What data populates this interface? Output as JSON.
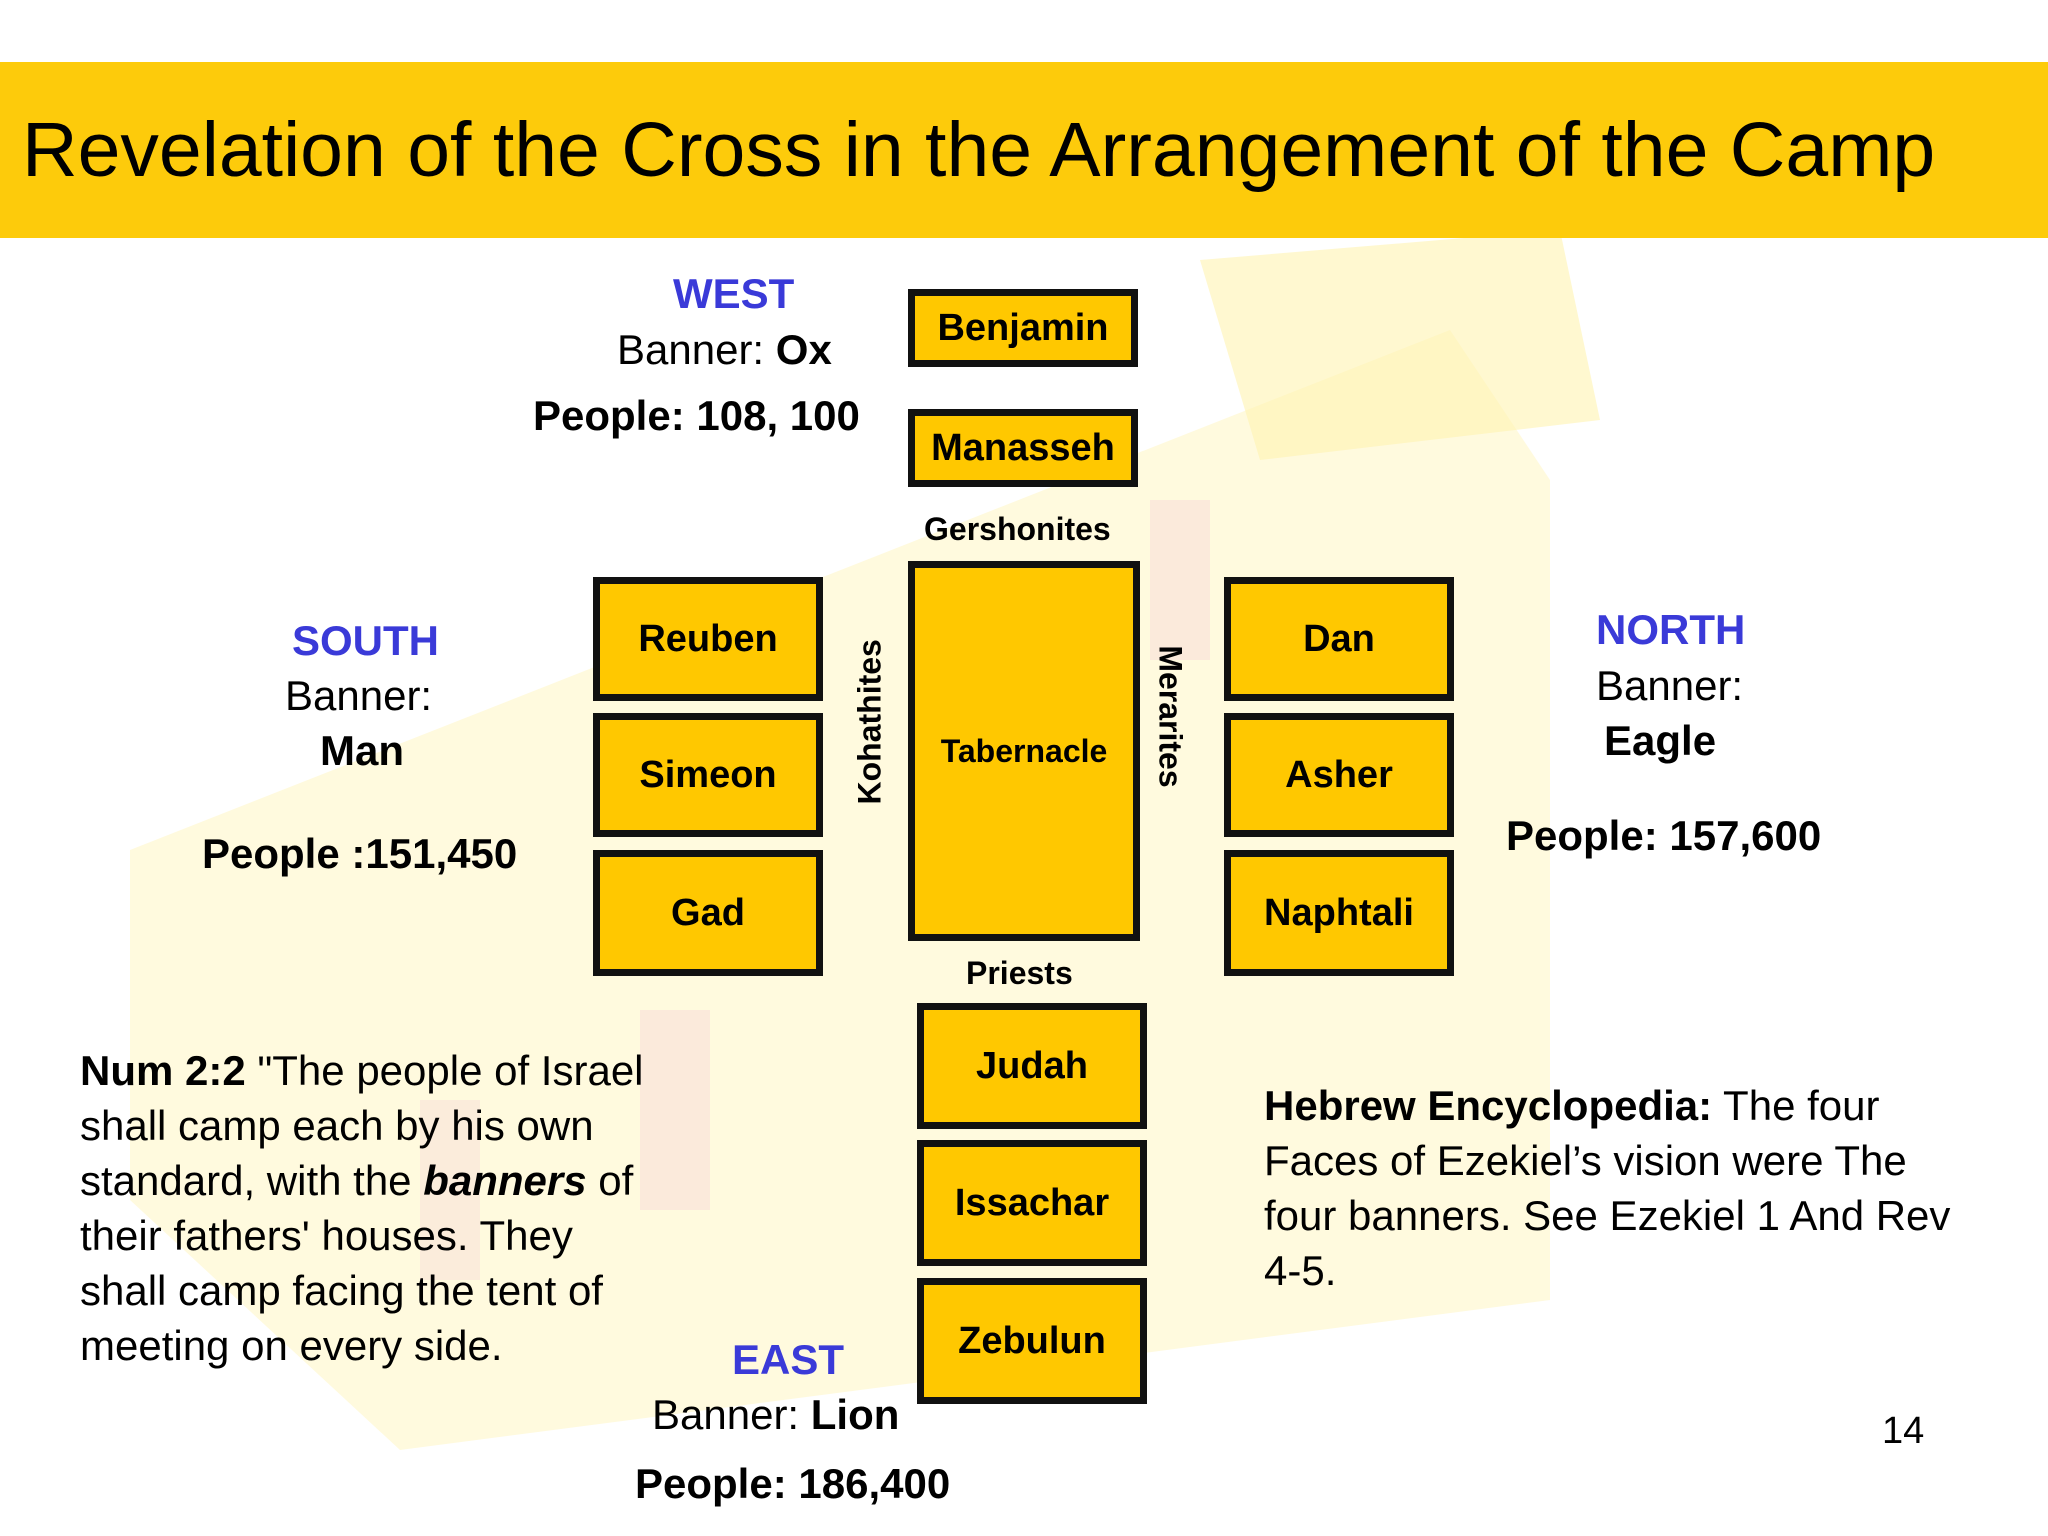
{
  "title": "Revelation of the Cross in the Arrangement of the Camp",
  "colors": {
    "title_bar": "#fdcb0b",
    "tribe_box": "#ffc800",
    "direction": "#3a3ad8"
  },
  "west": {
    "direction": "WEST",
    "banner_label": "Banner: ",
    "banner_value": "Ox",
    "people": "People: 108, 100",
    "tribes": [
      "Benjamin",
      "Manasseh"
    ]
  },
  "south": {
    "direction": "SOUTH",
    "banner_label": "Banner:",
    "banner_value": "Man",
    "people": "People :151,450",
    "tribes": [
      "Reuben",
      "Simeon",
      "Gad"
    ]
  },
  "north": {
    "direction": "NORTH",
    "banner_label": "Banner:",
    "banner_value": "Eagle",
    "people": "People: 157,600",
    "tribes": [
      "Dan",
      "Asher",
      "Naphtali"
    ]
  },
  "east": {
    "direction": "EAST",
    "banner_label": "Banner: ",
    "banner_value": "Lion",
    "people": "People: 186,400",
    "tribes": [
      "Judah",
      "Issachar",
      "Zebulun"
    ]
  },
  "center": {
    "tabernacle": "Tabernacle",
    "levites_west": "Gershonites",
    "levites_south": "Kohathites",
    "levites_north": "Merarites",
    "levites_east": "Priests"
  },
  "quote": {
    "ref": "Num 2:2",
    "part1": " \"The people of Israel shall camp each by his own standard, with the ",
    "emph": "banners",
    "part2": " of their fathers' houses. They shall camp facing the tent of meeting on every side."
  },
  "note": {
    "lead": "Hebrew Encyclopedia:",
    "body": " The four Faces of Ezekiel’s vision were The four banners. See Ezekiel 1 And Rev 4-5."
  },
  "page_number": "14"
}
